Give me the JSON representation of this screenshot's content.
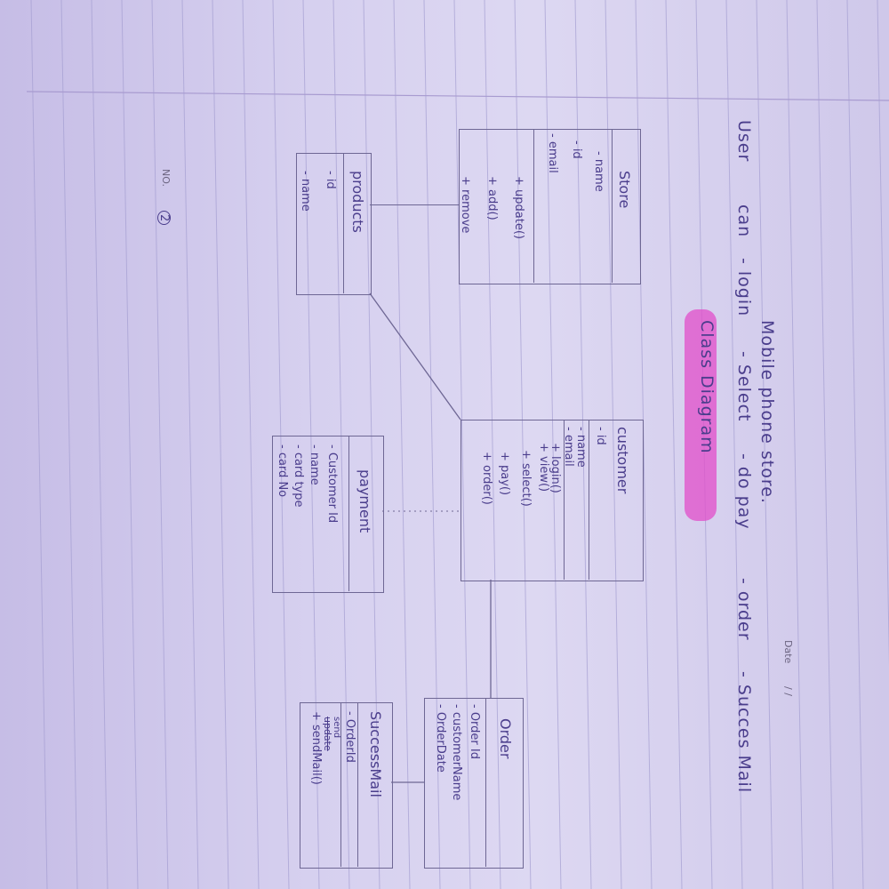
{
  "header": {
    "no_label": "NO.",
    "no_value": "2",
    "date_label": "Date",
    "date_value": "/ /"
  },
  "title": "Mobile phone store.",
  "requirements": [
    "User",
    "can",
    "- login",
    "- Select",
    "- do pay",
    "- order",
    "- Succes Mail"
  ],
  "diagram_title": "Class Diagram",
  "classes": {
    "store": {
      "name": "Store",
      "attributes": [
        "- name",
        "- id",
        "- email"
      ],
      "methods": [
        "+ update()",
        "+ add()",
        "+ remove"
      ]
    },
    "products": {
      "name": "products",
      "attributes": [
        "- id",
        "- name"
      ]
    },
    "customer": {
      "name": "customer",
      "attributes": [
        "- id",
        "- name",
        "- email"
      ],
      "methods": [
        "+ login()",
        "+ view()",
        "+ select()",
        "+ pay()",
        "+ order()"
      ]
    },
    "payment": {
      "name": "payment",
      "attributes": [
        "- Customer Id",
        "- name",
        "- card type",
        "- card No"
      ]
    },
    "order": {
      "name": "Order",
      "attributes": [
        "- Order Id",
        "- customerName",
        "- OrderDate"
      ]
    },
    "success_mail": {
      "name": "SuccessMail",
      "attributes": [
        "- OrderId"
      ],
      "methods": [
        "+ sendMail()"
      ],
      "struck_text": "update",
      "correction_text": "send"
    }
  },
  "colors": {
    "ink": "#4a3d8c",
    "pencil": "#6e6794",
    "highlight": "#e14dc9",
    "paper": "#d6d0ef"
  }
}
